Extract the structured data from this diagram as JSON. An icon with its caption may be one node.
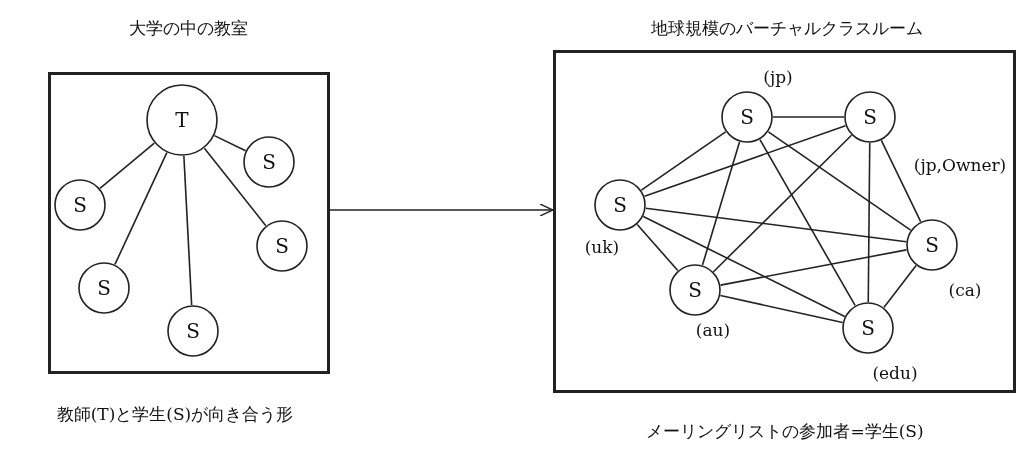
{
  "diagram": {
    "nodes": [
      {
        "text": [
          "大学の中の教室"
        ],
        "beside": [
          "教師(T)と学生(S)が向き合う形"
        ]
      },
      {
        "text": [
          "T"
        ],
        "in": 0
      },
      {
        "text": [
          "S"
        ],
        "in": 0
      },
      {
        "text": [
          "S"
        ],
        "in": 0
      },
      {
        "text": [
          "S"
        ],
        "in": 0
      },
      {
        "text": [
          "S"
        ],
        "in": 0
      },
      {
        "text": [
          "S"
        ],
        "in": 0
      },
      {
        "text": [
          "地球規模のバーチャルクラスルーム"
        ],
        "beside": [
          "メーリングリストの参加者=学生(S)"
        ]
      },
      {
        "text": [
          "S"
        ],
        "in": 7,
        "beside": [
          "(jp)"
        ]
      },
      {
        "text": [
          "S"
        ],
        "in": 7,
        "beside": [
          "(jp,Owner)"
        ]
      },
      {
        "text": [
          "S"
        ],
        "in": 7,
        "beside": [
          "(uk)"
        ]
      },
      {
        "text": [
          "S"
        ],
        "in": 7,
        "beside": [
          "(ca)"
        ]
      },
      {
        "text": [
          "S"
        ],
        "in": 7,
        "beside": [
          "(au)"
        ]
      },
      {
        "text": [
          "S"
        ],
        "in": 7,
        "beside": [
          "(edu)"
        ]
      }
    ],
    "edges": [
      {
        "from": 1,
        "to": 2,
        "arrow": "none"
      },
      {
        "from": 1,
        "to": 3,
        "arrow": "none"
      },
      {
        "from": 1,
        "to": 4,
        "arrow": "none"
      },
      {
        "from": 1,
        "to": 5,
        "arrow": "none"
      },
      {
        "from": 1,
        "to": 6,
        "arrow": "none"
      },
      {
        "from": 0,
        "to": 7,
        "arrow": "to"
      },
      {
        "from": 8,
        "to": 9,
        "arrow": "none"
      },
      {
        "from": 8,
        "to": 10,
        "arrow": "none"
      },
      {
        "from": 8,
        "to": 11,
        "arrow": "none"
      },
      {
        "from": 8,
        "to": 12,
        "arrow": "none"
      },
      {
        "from": 8,
        "to": 13,
        "arrow": "none"
      },
      {
        "from": 9,
        "to": 10,
        "arrow": "none"
      },
      {
        "from": 9,
        "to": 11,
        "arrow": "none"
      },
      {
        "from": 9,
        "to": 12,
        "arrow": "none"
      },
      {
        "from": 9,
        "to": 13,
        "arrow": "none"
      },
      {
        "from": 10,
        "to": 11,
        "arrow": "none"
      },
      {
        "from": 10,
        "to": 12,
        "arrow": "none"
      },
      {
        "from": 10,
        "to": 13,
        "arrow": "none"
      },
      {
        "from": 11,
        "to": 12,
        "arrow": "none"
      },
      {
        "from": 11,
        "to": 13,
        "arrow": "none"
      },
      {
        "from": 12,
        "to": 13,
        "arrow": "none"
      }
    ]
  }
}
